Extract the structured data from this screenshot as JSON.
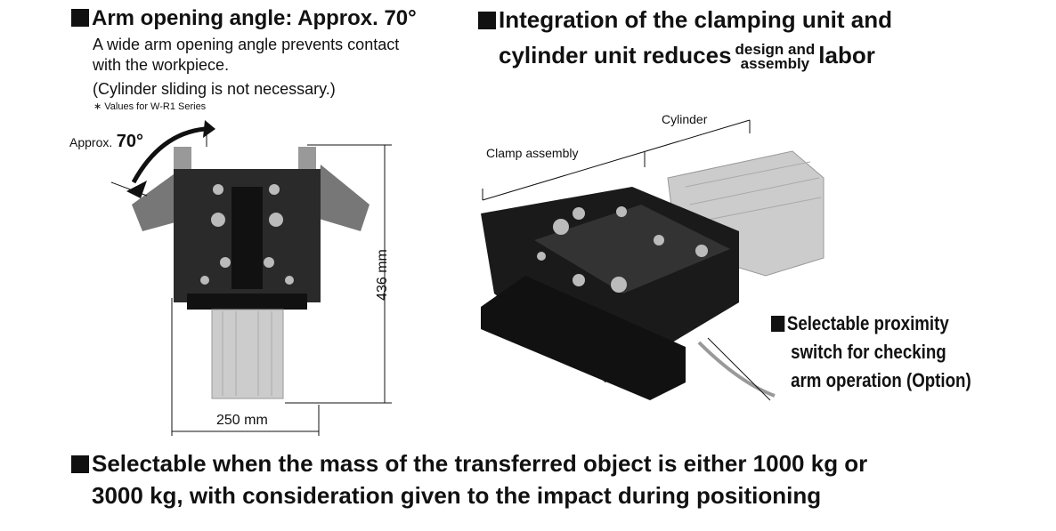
{
  "left_section": {
    "heading": "Arm opening angle: Approx. 70°",
    "body_lines": [
      "A wide arm opening angle prevents contact",
      "with the workpiece.",
      "(Cylinder sliding is not necessary.)"
    ],
    "note": "∗ Values for W-R1 Series",
    "angle_label_prefix": "Approx.",
    "angle_label_value": "70°",
    "height_dim": "436 mm",
    "width_dim": "250 mm"
  },
  "right_section": {
    "heading_line1": "Integration of the clamping unit and",
    "heading_line2_a": "cylinder unit reduces",
    "heading_frac_top": "design and",
    "heading_frac_bottom": "assembly",
    "heading_line2_b": "labor",
    "label_cylinder": "Cylinder",
    "label_clamp": "Clamp assembly",
    "callout_lines": [
      "Selectable proximity",
      "switch for checking",
      "arm operation (Option)"
    ]
  },
  "bottom_section": {
    "lines": [
      "Selectable when the mass of the transferred object is either 1000 kg or",
      "3000 kg, with consideration given to the impact during positioning"
    ]
  }
}
